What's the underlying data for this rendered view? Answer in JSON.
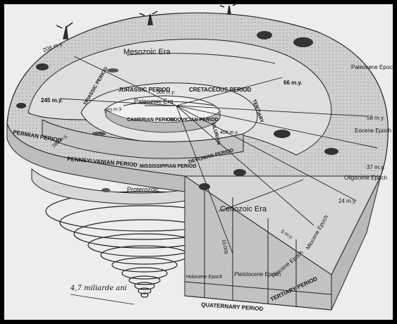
{
  "eras": {
    "mesozoic": "Mesozoic Era",
    "paleozoic": "Paleozoic Era",
    "cenozoic": "Cenozoic Era",
    "proterozoic": "Proterozoic"
  },
  "periods": {
    "triassic": "TRIASSIC PERIOD",
    "jurassic": "JURASSIC PERIOD",
    "cretaceous": "CRETACEOUS PERIOD",
    "tertiary_top": "TERTIARY",
    "permian": "PERMIAN PERIOD",
    "pennsylvanian": "PENNSYLVANIAN PERIOD",
    "mississippian": "MISSISSIPPIAN PERIOD",
    "devonian": "DEVONIAN PERIOD",
    "cambrian": "CAMBRIAN PERIOD",
    "ordovician": "ORDOVICIAN PERIOD",
    "silurian": "SILURIAN",
    "quaternary": "QUATERNARY PERIOD",
    "tertiary": "TERTIARY PERIOD"
  },
  "epochs": {
    "paleocene": "Paleocene Epoch",
    "eocene": "Eocene Epoch",
    "oligocene": "Oligocene Epoch",
    "miocene": "Miocene Epoch",
    "pliocene": "Pliocene Epoch",
    "pleistocene": "Pleistocene Epoch",
    "holocene": "Holocene Epoch"
  },
  "ages": {
    "a208": "208 m.y.",
    "a245": "245 m.y.",
    "a66": "66 m.y.",
    "a58": "58 m.y.",
    "a37": "37 m.y.",
    "a24": "24 m.y.",
    "a500": "500 m.y.",
    "a570": "570 m.y.",
    "a408": "408 m.y.",
    "a286": "286 m.y.",
    "a5": "5 m.y.",
    "a10000": "10,000"
  },
  "handwritten": "4,7 miliarde ani"
}
